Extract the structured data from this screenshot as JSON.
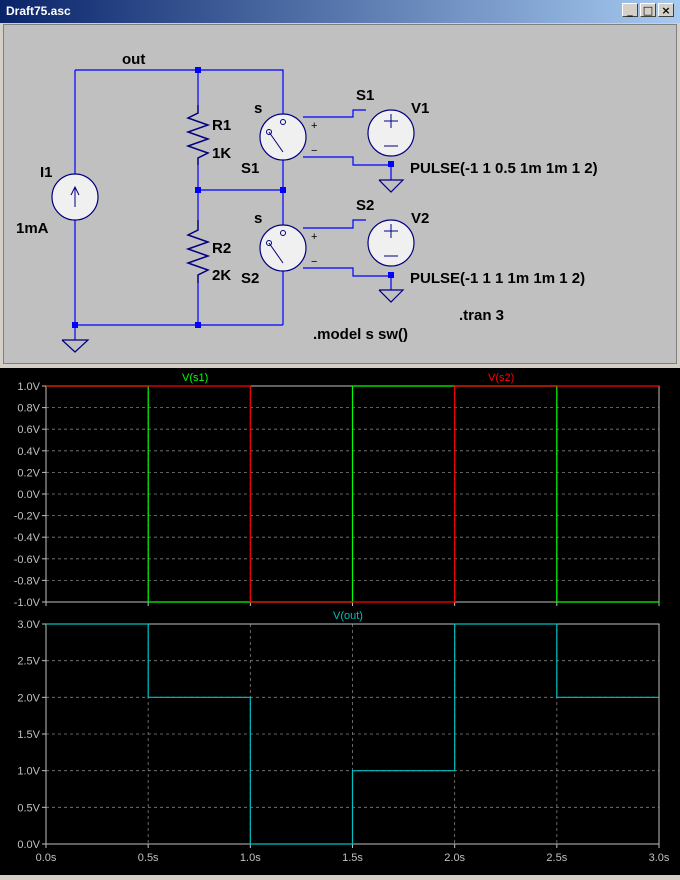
{
  "window": {
    "title": "Draft75.asc",
    "buttons": {
      "minimize": "_",
      "maximize": "□",
      "close": "×"
    }
  },
  "schematic": {
    "net_label_out": "out",
    "current_source": {
      "name": "I1",
      "value": "1mA"
    },
    "resistors": [
      {
        "name": "R1",
        "value": "1K"
      },
      {
        "name": "R2",
        "value": "2K"
      }
    ],
    "switches": [
      {
        "name": "S1",
        "model": "s",
        "net": "S1"
      },
      {
        "name": "S2",
        "model": "s",
        "net": "S2"
      }
    ],
    "sources": [
      {
        "name": "V1",
        "value": "PULSE(-1 1 0.5 1m 1m 1 2)"
      },
      {
        "name": "V2",
        "value": "PULSE(-1 1 1 1m 1m 1 2)"
      }
    ],
    "directives": {
      "tran": ".tran 3",
      "model": ".model s sw()"
    },
    "plus": "+",
    "minus": "−"
  },
  "colors": {
    "wire": "#0000ff",
    "component": "#000080",
    "text": "#000000",
    "trace_s1": "#00ff00",
    "trace_s2": "#ff0000",
    "trace_out": "#00c0c0",
    "axis": "#c0c0c0",
    "grid": "#808080"
  },
  "chart_data": [
    {
      "type": "line",
      "series": [
        {
          "name": "V(s1)",
          "color": "#00ff00",
          "x": [
            0,
            0.5,
            0.5,
            1.5,
            1.5,
            2.5,
            2.5,
            3
          ],
          "y": [
            1,
            1,
            -1,
            -1,
            1,
            1,
            -1,
            -1
          ]
        },
        {
          "name": "V(s2)",
          "color": "#ff0000",
          "x": [
            0,
            1,
            1,
            2,
            2,
            3
          ],
          "y": [
            1,
            1,
            -1,
            -1,
            1,
            1
          ]
        }
      ],
      "xlim": [
        0,
        3
      ],
      "ylim": [
        -1,
        1
      ],
      "yticks": [
        "1.0V",
        "0.8V",
        "0.6V",
        "0.4V",
        "0.2V",
        "0.0V",
        "-0.2V",
        "-0.4V",
        "-0.6V",
        "-0.8V",
        "-1.0V"
      ],
      "grid": true
    },
    {
      "type": "line",
      "series": [
        {
          "name": "V(out)",
          "color": "#00c0c0",
          "x": [
            0,
            0.5,
            0.5,
            1,
            1,
            1.5,
            1.5,
            2,
            2,
            2.5,
            2.5,
            3
          ],
          "y": [
            3,
            3,
            2,
            2,
            0,
            0,
            1,
            1,
            3,
            3,
            2,
            2
          ]
        }
      ],
      "xlim": [
        0,
        3
      ],
      "ylim": [
        0,
        3
      ],
      "yticks": [
        "3.0V",
        "2.5V",
        "2.0V",
        "1.5V",
        "1.0V",
        "0.5V",
        "0.0V"
      ],
      "xticks": [
        "0.0s",
        "0.5s",
        "1.0s",
        "1.5s",
        "2.0s",
        "2.5s",
        "3.0s"
      ],
      "grid": true
    }
  ]
}
